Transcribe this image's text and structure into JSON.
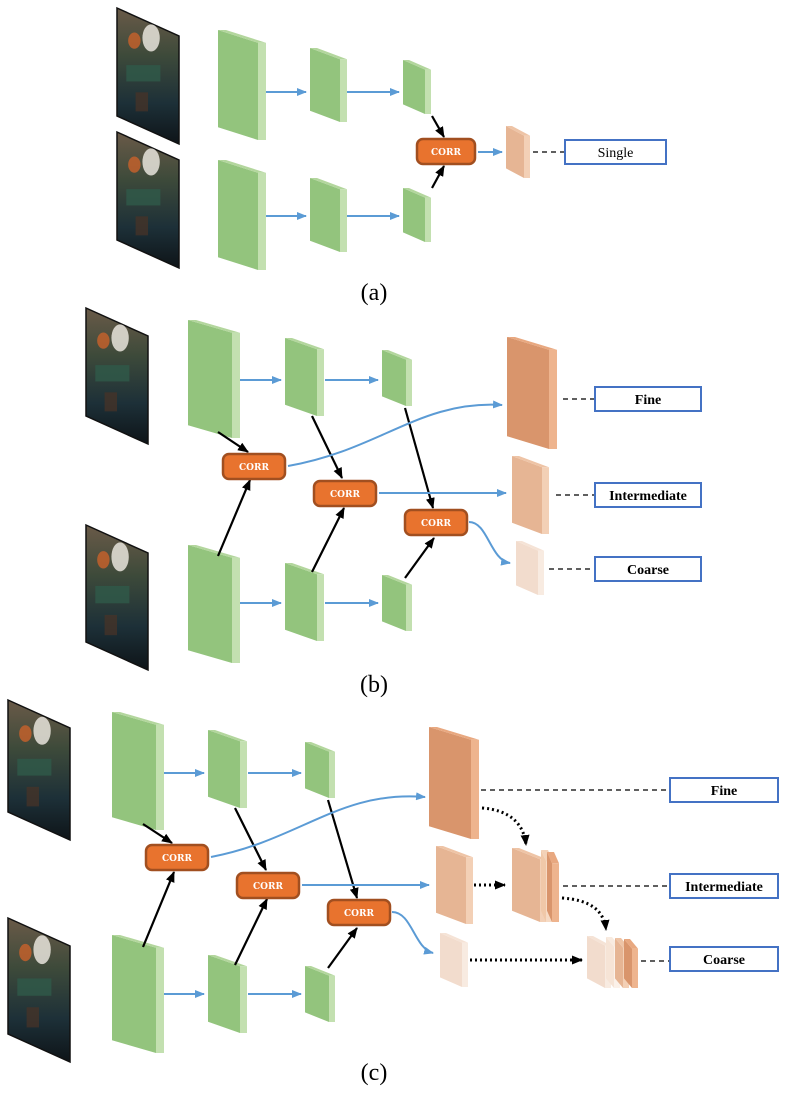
{
  "colors": {
    "feature": "#93c47d",
    "corr_fill": "#e8732e",
    "corr_border": "#a14f20",
    "blue_arrow": "#5b9bd5",
    "label_border": "#4472c4",
    "out_fine": "#d9956c",
    "out_mid": "#e6b594",
    "out_coarse": "#f2dccd"
  },
  "corr_label": "CORR",
  "panels": [
    {
      "caption": "(a)",
      "outputs": [
        {
          "label": "Single"
        }
      ]
    },
    {
      "caption": "(b)",
      "outputs": [
        {
          "label": "Fine"
        },
        {
          "label": "Intermediate"
        },
        {
          "label": "Coarse"
        }
      ]
    },
    {
      "caption": "(c)",
      "outputs": [
        {
          "label": "Fine"
        },
        {
          "label": "Intermediate"
        },
        {
          "label": "Coarse"
        }
      ]
    }
  ],
  "icons": {
    "input_image": "input-image-icon",
    "feature_map": "feature-map-block",
    "corr": "corr-block",
    "output": "output-volume"
  }
}
